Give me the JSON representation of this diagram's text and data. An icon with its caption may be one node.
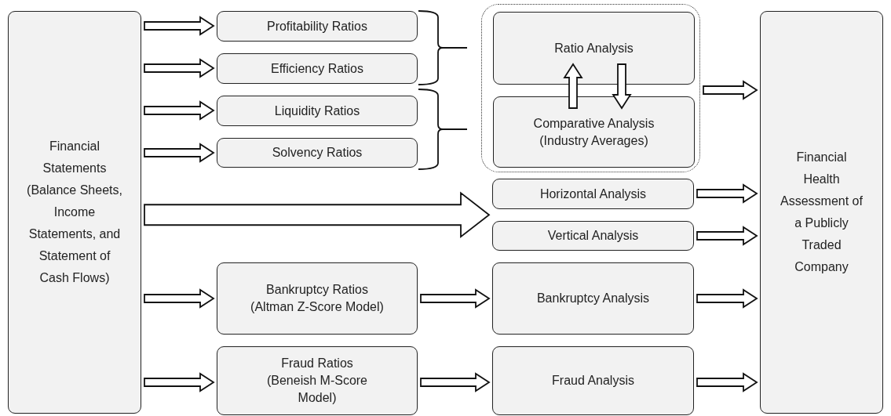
{
  "diagram": {
    "nodes": [
      {
        "text": [
          "Financial Statements (Balance Sheets, Income Statements, and Statement of Cash Flows)"
        ]
      },
      {
        "text": [
          "Profitability Ratios"
        ]
      },
      {
        "text": [
          "Efficiency Ratios"
        ]
      },
      {
        "text": [
          "Liquidity Ratios"
        ]
      },
      {
        "text": [
          "Solvency Ratios"
        ]
      },
      {
        "text": [],
        "shape": "box"
      },
      {
        "text": [
          "Ratio Analysis"
        ],
        "in": 5
      },
      {
        "text": [
          "Comparative Analysis (Industry Averages)"
        ],
        "in": 5
      },
      {
        "text": [
          "Horizontal Analysis"
        ]
      },
      {
        "text": [
          "Vertical Analysis"
        ]
      },
      {
        "text": [
          "Bankruptcy Ratios (Altman Z-Score Model)"
        ]
      },
      {
        "text": [
          "Bankruptcy Analysis"
        ]
      },
      {
        "text": [
          "Fraud Ratios (Beneish M-Score Model)"
        ]
      },
      {
        "text": [
          "Fraud Analysis"
        ]
      },
      {
        "text": [
          "Financial Health Assessment of a Publicly Traded Company"
        ]
      }
    ],
    "edges": [
      {
        "from": 0,
        "to": 1,
        "arrow": "to"
      },
      {
        "from": 0,
        "to": 2,
        "arrow": "to"
      },
      {
        "from": 0,
        "to": 3,
        "arrow": "to"
      },
      {
        "from": 0,
        "to": 4,
        "arrow": "to"
      },
      {
        "from": 7,
        "to": 6,
        "arrow": "to"
      },
      {
        "from": 6,
        "to": 7,
        "arrow": "to"
      },
      {
        "from": 0,
        "to": 8,
        "arrow": "to",
        "style": "thick"
      },
      {
        "from": 0,
        "to": 9,
        "arrow": "to",
        "style": "thick"
      },
      {
        "from": 0,
        "to": 10,
        "arrow": "to"
      },
      {
        "from": 0,
        "to": 12,
        "arrow": "to"
      },
      {
        "from": 10,
        "to": 11,
        "arrow": "to"
      },
      {
        "from": 12,
        "to": 13,
        "arrow": "to"
      },
      {
        "from": 5,
        "to": 14,
        "arrow": "to"
      },
      {
        "from": 8,
        "to": 14,
        "arrow": "to"
      },
      {
        "from": 9,
        "to": 14,
        "arrow": "to"
      },
      {
        "from": 11,
        "to": 14,
        "arrow": "to"
      },
      {
        "from": 13,
        "to": 14,
        "arrow": "to"
      }
    ]
  }
}
